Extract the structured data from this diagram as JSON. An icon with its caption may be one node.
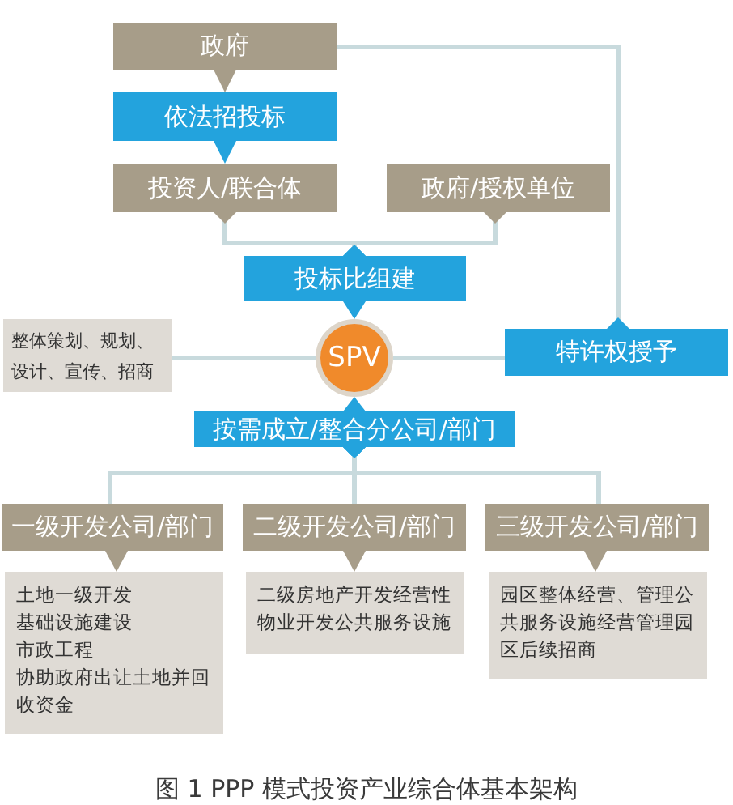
{
  "diagram": {
    "caption": "图 1 PPP 模式投资产业综合体基本架构",
    "nodes": [
      {
        "text": [
          "政府"
        ]
      },
      {
        "text": [
          "依法招投标"
        ]
      },
      {
        "text": [
          "投资人/联合体"
        ]
      },
      {
        "text": [
          "政府/授权单位"
        ]
      },
      {
        "text": [
          "投标比组建"
        ]
      },
      {
        "text": [
          "整体策划、规划、设计、宣传、招商"
        ]
      },
      {
        "text": [
          "SPV"
        ]
      },
      {
        "text": [
          "特许权授予"
        ]
      },
      {
        "text": [
          "按需成立/整合分公司/部门"
        ]
      },
      {
        "text": [
          "一级开发公司/部门"
        ]
      },
      {
        "text": [
          "二级开发公司/部门"
        ]
      },
      {
        "text": [
          "三级开发公司/部门"
        ]
      },
      {
        "text": [
          "土地一级开发",
          "基础设施建设",
          "市政工程",
          "协助政府出让土地并回收资金"
        ]
      },
      {
        "text": [
          "二级房地产开发经营性物业开发公共服务设施"
        ]
      },
      {
        "text": [
          "园区整体经营、管理公共服务设施经营管理园区后续招商"
        ]
      }
    ],
    "edges": [
      {
        "from": 0,
        "to": 1,
        "arrow": "to"
      },
      {
        "from": 1,
        "to": 2,
        "arrow": "to"
      },
      {
        "from": 2,
        "to": 4,
        "arrow": "to"
      },
      {
        "from": 3,
        "to": 4,
        "arrow": "to"
      },
      {
        "from": 4,
        "to": 6,
        "arrow": "to"
      },
      {
        "from": 7,
        "to": 0,
        "arrow": "to"
      },
      {
        "from": 6,
        "to": 5,
        "arrow": "none"
      },
      {
        "from": 6,
        "to": 7,
        "arrow": "none"
      },
      {
        "from": 8,
        "to": 6,
        "arrow": "to"
      },
      {
        "from": 8,
        "to": 9,
        "arrow": "to"
      },
      {
        "from": 8,
        "to": 10,
        "arrow": "to"
      },
      {
        "from": 8,
        "to": 11,
        "arrow": "to"
      },
      {
        "from": 9,
        "to": 12,
        "arrow": "to"
      },
      {
        "from": 10,
        "to": 13,
        "arrow": "to"
      },
      {
        "from": 11,
        "to": 14,
        "arrow": "to"
      }
    ]
  }
}
